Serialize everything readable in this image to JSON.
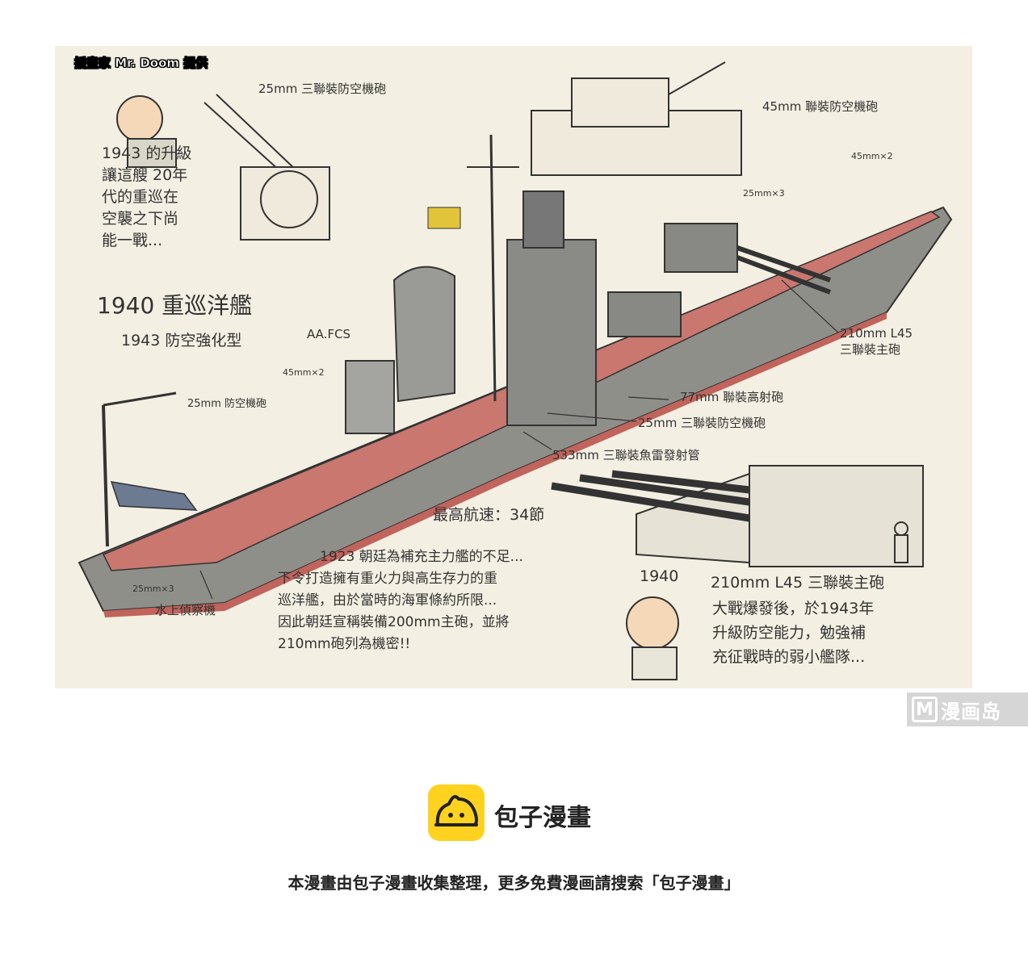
{
  "credit": "插畫家  Mr. Doom 提供",
  "labels": {
    "aa25_top": "25mm 三聯裝防空機砲",
    "aa45_top": "45mm 聯裝防空機砲",
    "upgrade_note": [
      "1943 的升級",
      "讓這艘 20年",
      "代的重巡在",
      "空襲之下尚",
      "能一戰..."
    ],
    "title1": "1940 重巡洋艦",
    "title2": "1943 防空強化型",
    "aa_fcs": "AA.FCS",
    "m45x2_left": "45mm×2",
    "aa25_left": "25mm 防空機砲",
    "m45x2_bow": "45mm×2",
    "m25x3_mid": "25mm×3",
    "main_gun_label": [
      "210mm L45",
      "三聯裝主砲"
    ],
    "gun77": "77mm 聯裝高射砲",
    "aa25_mid": "25mm 三聯裝防空機砲",
    "torpedo": "533mm 三聯裝魚雷發射管",
    "speed": "最高航速：34節",
    "m25x3_stern": "25mm×3",
    "seaplane": "水上偵察機",
    "history": [
      "1923 朝廷為補充主力艦的不足...",
      "下令打造擁有重火力與高生存力的重",
      "巡洋艦，由於當時的海軍條約所限...",
      "因此朝廷宣稱裝備200mm主砲，並將",
      "210mm砲列為機密!!"
    ],
    "year1940": "1940",
    "turret_label": "210mm  L45 三聯裝主砲",
    "war_note": [
      "大戰爆發後，於1943年",
      "升級防空能力，勉強補",
      "充征戰時的弱小艦隊..."
    ]
  },
  "watermark": {
    "letter": "M",
    "text": "漫画岛"
  },
  "brand": "包子漫畫",
  "footer": "本漫畫由包子漫畫收集整理，更多免費漫画請搜索「包子漫畫」",
  "colors": {
    "paper": "#f3efe2",
    "hull": "#8f8f8a",
    "deck": "#c9776f",
    "logo": "#ffd21f"
  }
}
